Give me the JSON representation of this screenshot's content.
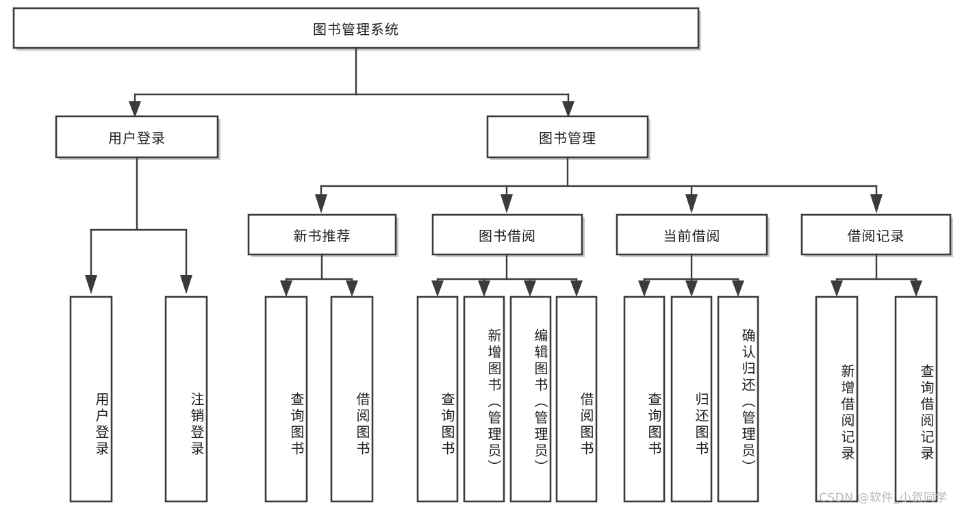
{
  "diagram": {
    "title": "图书管理系统",
    "type": "tree-hierarchy-diagram",
    "orientation": "top-down",
    "colors": {
      "box_stroke": "#3b3b3b",
      "box_fill": "#ffffff",
      "connector": "#3b3b3b",
      "text": "#1d1d1d",
      "background": "#ffffff",
      "watermark": "#b9b9b9"
    },
    "root": {
      "label": "图书管理系统"
    },
    "level2": [
      {
        "label": "用户登录"
      },
      {
        "label": "图书管理"
      }
    ],
    "level3": [
      {
        "label": "新书推荐"
      },
      {
        "label": "图书借阅"
      },
      {
        "label": "当前借阅"
      },
      {
        "label": "借阅记录"
      }
    ],
    "leaves": {
      "user_login": [
        {
          "label": "用户登录"
        },
        {
          "label": "注销登录"
        }
      ],
      "new_book_recommend": [
        {
          "label": "查询图书"
        },
        {
          "label": "借阅图书"
        }
      ],
      "book_borrow": [
        {
          "label": "查询图书"
        },
        {
          "label": "新增图书（管理员）"
        },
        {
          "label": "编辑图书（管理员）"
        },
        {
          "label": "借阅图书"
        }
      ],
      "current_borrow": [
        {
          "label": "查询图书"
        },
        {
          "label": "归还图书"
        },
        {
          "label": "确认归还（管理员）"
        }
      ],
      "borrow_record": [
        {
          "label": "新增借阅记录"
        },
        {
          "label": "查询借阅记录"
        }
      ]
    }
  },
  "watermark": {
    "text": "CSDN @软件_小贺同学"
  }
}
